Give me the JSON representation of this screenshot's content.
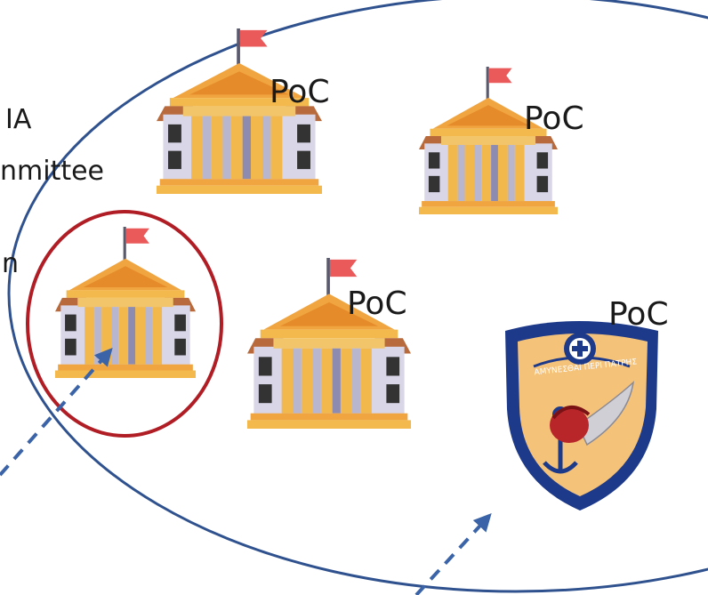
{
  "side_text": {
    "line1": "IA",
    "line2": "nmittee",
    "line3": "n"
  },
  "poc_labels": {
    "top_left": "PoC",
    "top_right": "PoC",
    "center": "PoC",
    "right": "PoC"
  },
  "emblem": {
    "motto": "ΑΜΥΝΕΣΘΑΙ ΠΕΡΙ ΠΑΤΡΗΣ",
    "icon": "coast-guard-emblem"
  },
  "colors": {
    "ellipse_stroke": "#2f528f",
    "highlight_circle": "#b01d24",
    "arrow": "#3a63a8",
    "roof": "#f0a541",
    "column": "#f2b84b",
    "wall": "#b86a3c",
    "flag": "#ea5a5a",
    "shield_outer": "#1d3a8a",
    "shield_inner": "#f5c27a"
  }
}
